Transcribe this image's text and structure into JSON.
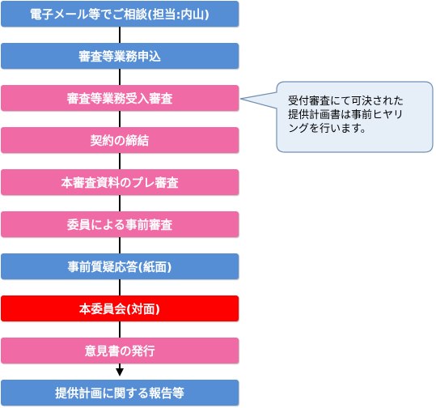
{
  "steps": [
    {
      "label": "電子メール等でご相談(担当:内山)",
      "kind": "blue"
    },
    {
      "label": "審査等業務申込",
      "kind": "blue"
    },
    {
      "label": "審査等業務受入審査",
      "kind": "pink"
    },
    {
      "label": "契約の締結",
      "kind": "pink"
    },
    {
      "label": "本審査資料のプレ審査",
      "kind": "pink"
    },
    {
      "label": "委員による事前審査",
      "kind": "pink"
    },
    {
      "label": "事前質疑応答(紙面)",
      "kind": "blue"
    },
    {
      "label": "本委員会(対面)",
      "kind": "red"
    },
    {
      "label": "意見書の発行",
      "kind": "pink"
    },
    {
      "label": "提供計画に関する報告等",
      "kind": "blue"
    }
  ],
  "callout": {
    "line1": "受付審査にて可決された",
    "line2": "提供計画書は事前ヒヤリ",
    "line3": "ングを行います。"
  },
  "colors": {
    "blue": "#558ed5",
    "pink": "#f06aa6",
    "red": "#ff0000",
    "callout_fill": "#e6eef8",
    "callout_border": "#6f8fb3"
  }
}
